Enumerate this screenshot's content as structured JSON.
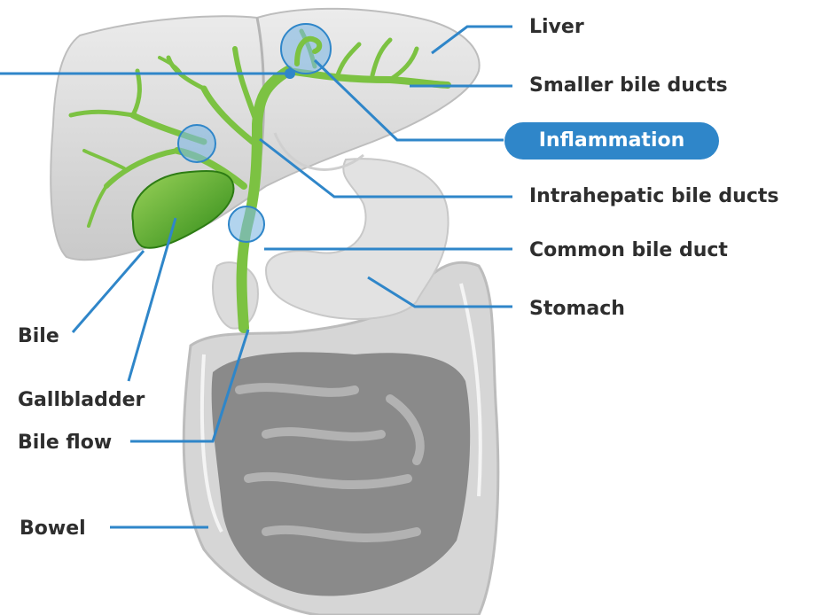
{
  "labels": {
    "liver": "Liver",
    "smaller_bile_ducts": "Smaller bile ducts",
    "inflammation": "Inflammation",
    "intrahepatic_bile_ducts": "Intrahepatic bile ducts",
    "common_bile_duct": "Common bile duct",
    "stomach": "Stomach",
    "bile": "Bile",
    "gallbladder": "Gallbladder",
    "bile_flow": "Bile flow",
    "bowel": "Bowel"
  },
  "colors": {
    "leader_line": "#2f86c9",
    "inflammation_pill": "#2f86c9",
    "bile_duct_green": "#7cc242",
    "gallbladder_green": "#3f9a1f",
    "organ_gray": "#dedede",
    "intestine_dark": "#7a7a7a",
    "label_text": "#2e2e2e"
  }
}
